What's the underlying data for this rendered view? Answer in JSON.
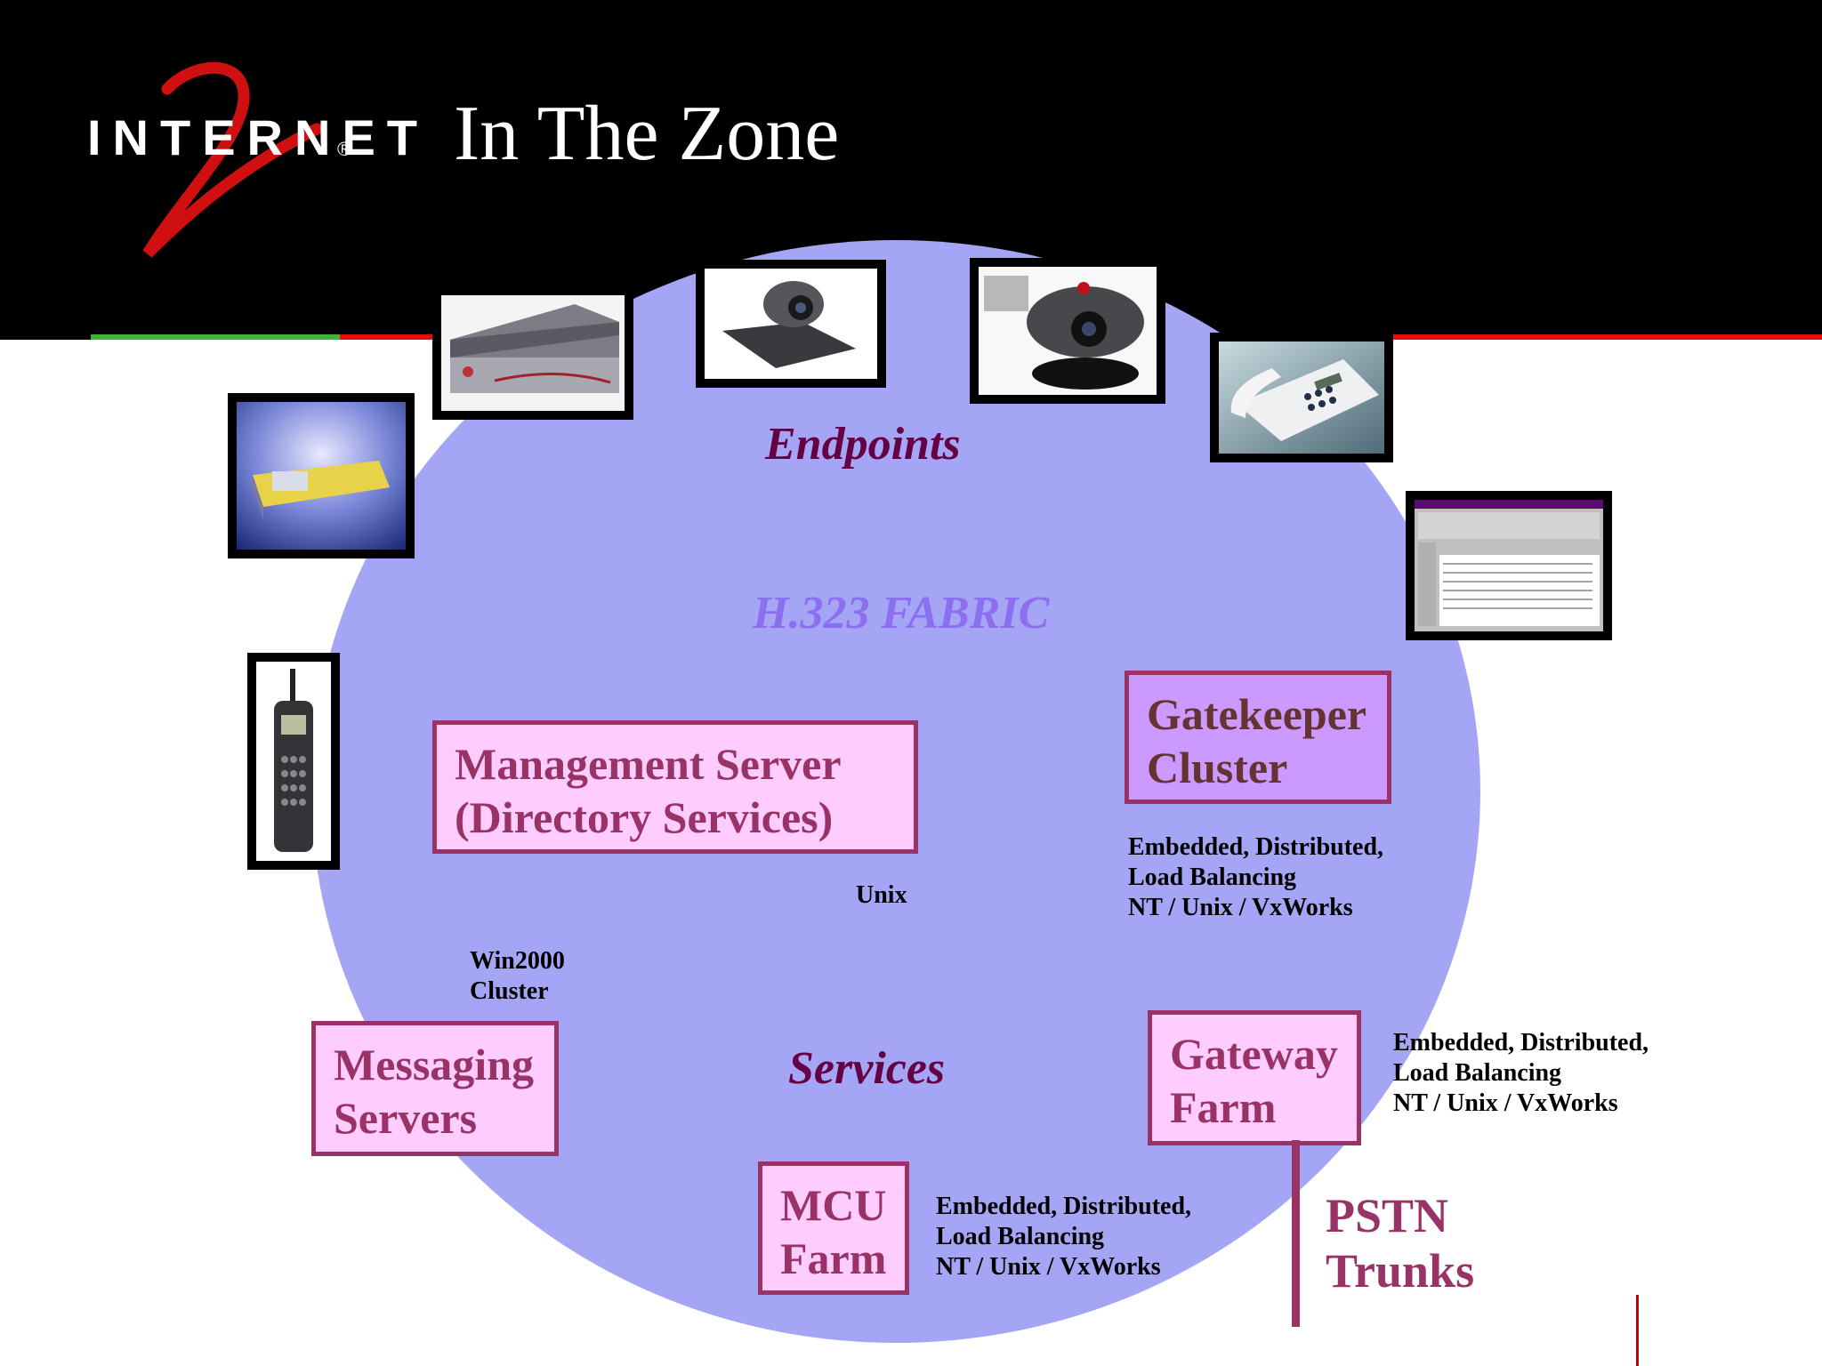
{
  "header": {
    "logo_text": "INTERNET",
    "logo_mark": "®",
    "title": "In The Zone"
  },
  "diagram": {
    "fabric_label": "H.323 FABRIC",
    "endpoints_heading": "Endpoints",
    "services_heading": "Services",
    "components": {
      "management_server": {
        "line1": "Management Server",
        "line2": "(Directory Services)",
        "platform": "Unix"
      },
      "gatekeeper": {
        "line1": "Gatekeeper",
        "line2": "Cluster",
        "notes": [
          "Embedded, Distributed,",
          "Load Balancing",
          "NT / Unix / VxWorks"
        ]
      },
      "messaging": {
        "line1": "Messaging",
        "line2": "Servers",
        "notes": [
          "Win2000",
          "Cluster"
        ]
      },
      "gateway": {
        "line1": "Gateway",
        "line2": "Farm",
        "notes": [
          "Embedded, Distributed,",
          "Load Balancing",
          "NT / Unix / VxWorks"
        ]
      },
      "mcu": {
        "line1": "MCU",
        "line2": "Farm",
        "notes": [
          "Embedded, Distributed,",
          "Load Balancing",
          "NT / Unix / VxWorks"
        ]
      },
      "pstn": {
        "line1": "PSTN",
        "line2": "Trunks"
      }
    }
  },
  "colors": {
    "fabric_fill": "#a5a5f5",
    "box_fill": "#ffccff",
    "box_border": "#993366",
    "gatekeeper_fill": "#cc99ff"
  },
  "endpoint_icons": [
    "gateway-appliance-icon",
    "rack-server-icon",
    "video-camera-icon",
    "conference-camera-icon",
    "desk-phone-icon",
    "cell-phone-icon",
    "netmeeting-window-icon"
  ]
}
